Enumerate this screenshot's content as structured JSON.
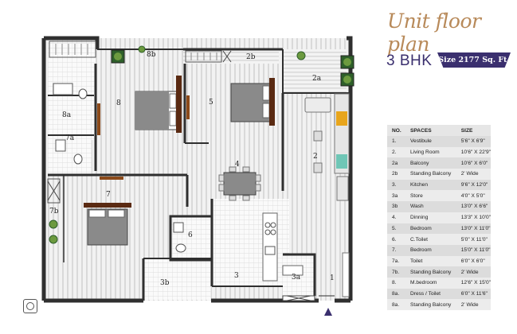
{
  "header": {
    "title": "Unit floor plan",
    "bhk": "3 BHK",
    "size": "Size 2177 Sq. Ft."
  },
  "plan": {
    "room_labels": {
      "r1": "1",
      "r2": "2",
      "r2a": "2a",
      "r2b": "2b",
      "r3": "3",
      "r3a": "3a",
      "r3b": "3b",
      "r4": "4",
      "r5": "5",
      "r6": "6",
      "r7": "7",
      "r7a": "7a",
      "r7b": "7b",
      "r8": "8",
      "r8a": "8a",
      "r8b": "8b"
    }
  },
  "table": {
    "headers": {
      "no": "NO.",
      "spaces": "SPACES",
      "size": "SIZE"
    },
    "rows": [
      {
        "no": "1.",
        "space": "Vestibule",
        "size": "5'6\" X 6'9\""
      },
      {
        "no": "2.",
        "space": "Living Room",
        "size": "10'6\" X 22'9\""
      },
      {
        "no": "2a",
        "space": "Balcony",
        "size": "10'6\" X 6'0\""
      },
      {
        "no": "2b",
        "space": "Standing Balcony",
        "size": "2' Wide"
      },
      {
        "no": "3.",
        "space": "Kitchen",
        "size": "9'6\" X 12'0\""
      },
      {
        "no": "3a",
        "space": "Store",
        "size": "4'0\" X 5'0\""
      },
      {
        "no": "3b",
        "space": "Wash",
        "size": "13'0\" X 6'6\""
      },
      {
        "no": "4.",
        "space": "Dinning",
        "size": "13'3\" X 10'0\""
      },
      {
        "no": "5.",
        "space": "Bedroom",
        "size": "13'0\" X 11'0\""
      },
      {
        "no": "6.",
        "space": "C.Toilet",
        "size": "5'0\" X 11'0\""
      },
      {
        "no": "7.",
        "space": "Bedroom",
        "size": "15'0\" X 11'0\""
      },
      {
        "no": "7a.",
        "space": "Toilet",
        "size": "6'0\" X 6'0\""
      },
      {
        "no": "7b.",
        "space": "Standing Balcony",
        "size": "2' Wide"
      },
      {
        "no": "8.",
        "space": "M.bedroom",
        "size": "12'6\" X 15'0\""
      },
      {
        "no": "8a.",
        "space": "Dress / Toilet",
        "size": "6'0\" X 11'6\""
      },
      {
        "no": "8a.",
        "space": "Standing Balcony",
        "size": "2' Wide"
      }
    ]
  },
  "colors": {
    "accent": "#3a2f6e",
    "title_gold": "#b88a5a",
    "wall": "#2f2f2f",
    "accent_kitchen": "#e8a51c",
    "accent_teal": "#6fc6b6"
  },
  "icons": {
    "compass": "compass-icon",
    "entry": "entry-arrow-icon"
  }
}
